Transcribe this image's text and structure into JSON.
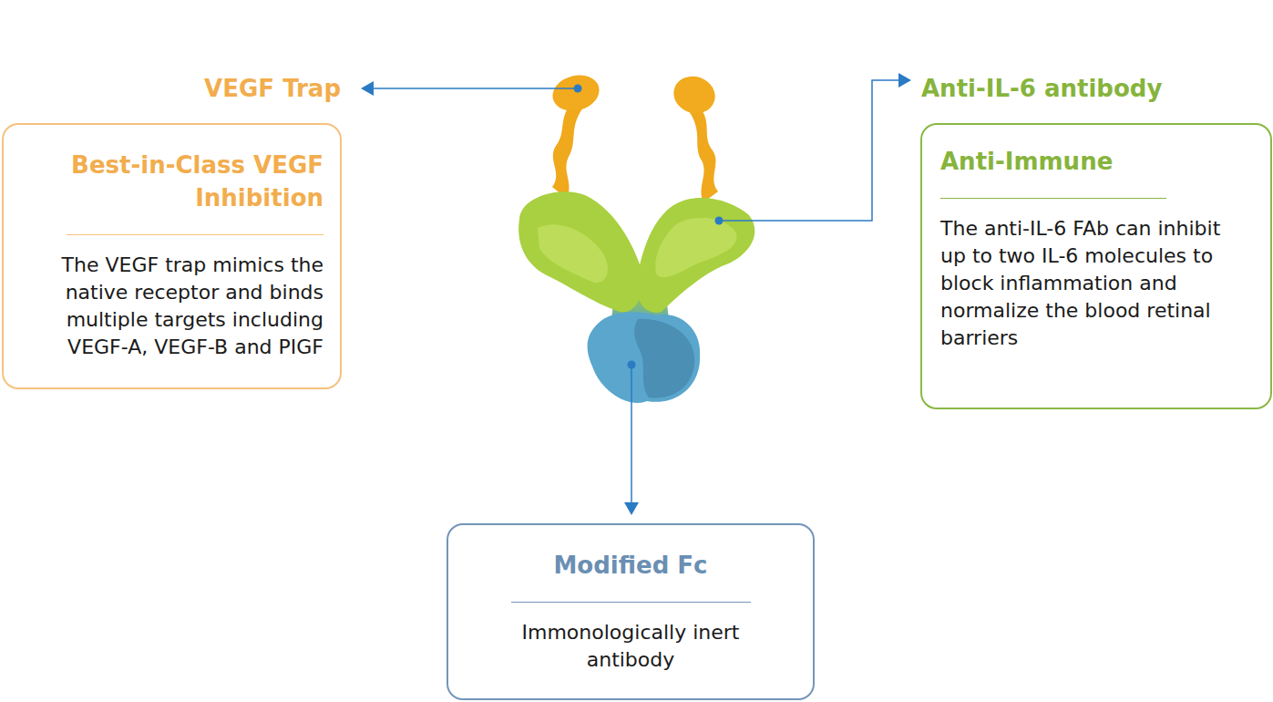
{
  "diagram": {
    "nodes": [
      {
        "text": [
          "VEGF Trap",
          "Best-in-Class VEGF Inhibition",
          "The VEGF trap mimics the native receptor and binds multiple targets including VEGF-A, VEGF-B and PIGF"
        ]
      },
      {
        "text": [
          "Anti-IL-6 antibody",
          "Anti-Immune",
          "The anti-IL-6 FAb can inhibit up to two IL-6 molecules to block inflammation and normalize the blood retinal barriers"
        ]
      },
      {
        "text": [
          "Modified Fc",
          "Immonologically inert antibody"
        ]
      }
    ]
  }
}
